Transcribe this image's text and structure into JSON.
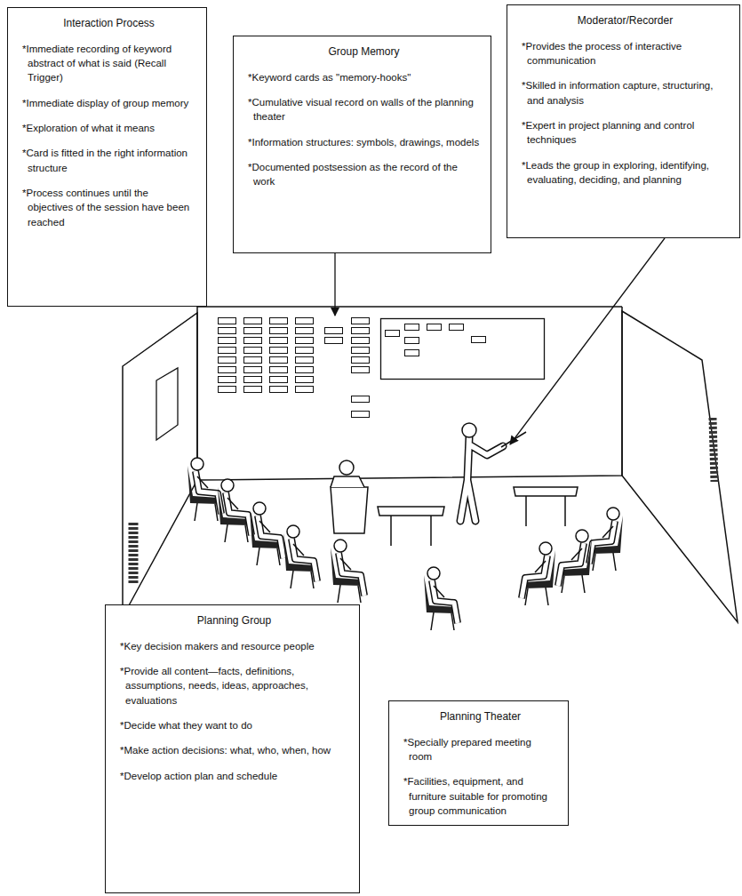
{
  "diagram": {
    "nodes": [
      {
        "text": [
          "Interaction Process",
          "*Immediate recording of keyword abstract of what is said (Recall Trigger)",
          "*Immediate display of group memory",
          "*Exploration of what it means",
          "*Card is fitted in the right information structure",
          "*Process continues until the objectives of the session have been reached"
        ]
      },
      {
        "text": [
          "Group Memory",
          "*Keyword cards as \"memory-hooks\"",
          "*Cumulative visual record on walls of the planning theater",
          "*Information structures: symbols, drawings, models",
          "*Documented postsession as the record of the work"
        ]
      },
      {
        "text": [
          "Moderator/Recorder",
          "*Provides the process of interactive communication",
          "*Skilled in information capture, structuring, and analysis",
          "*Expert in project planning and control techniques",
          "*Leads the group in exploring, identifying, evaluating, deciding, and planning"
        ]
      },
      {
        "text": [
          "Planning Group",
          "*Key decision makers and resource people",
          "*Provide all content—facts, definitions, assumptions, needs, ideas, approaches, evaluations",
          "*Decide what they want to do",
          "*Make action decisions: what, who, when, how",
          "*Develop action plan and schedule"
        ]
      },
      {
        "text": [
          "Planning Theater",
          "*Specially prepared meeting room",
          "*Facilities, equipment, and furniture suitable for promoting group communication"
        ]
      }
    ]
  }
}
